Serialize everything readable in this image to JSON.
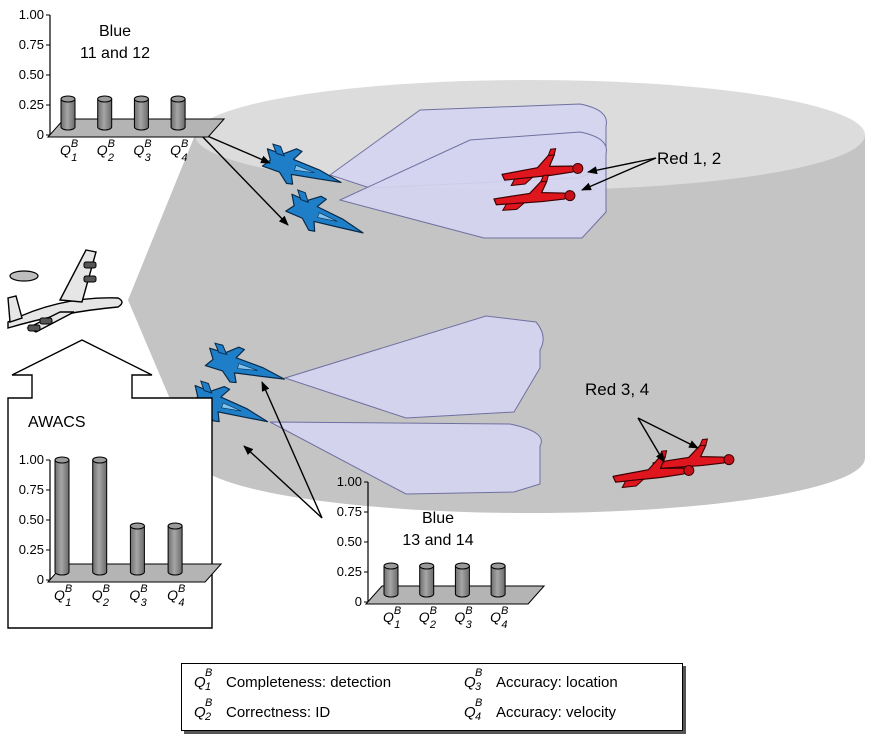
{
  "groups": {
    "blue_11_12": {
      "title_line1": "Blue",
      "title_line2": "11 and 12"
    },
    "blue_13_14": {
      "title_line1": "Blue",
      "title_line2": "13 and 14"
    },
    "awacs": {
      "title": "AWACS"
    }
  },
  "red_labels": {
    "red_1_2": "Red 1, 2",
    "red_3_4": "Red 3, 4"
  },
  "axis_ticks": [
    "0",
    "0.25",
    "0.50",
    "0.75",
    "1.00"
  ],
  "metric_symbol": {
    "letter": "Q",
    "superscript": "B",
    "subscripts": [
      "1",
      "2",
      "3",
      "4"
    ]
  },
  "chart_data": [
    {
      "type": "bar",
      "name": "Blue 11 and 12",
      "categories": [
        "Q1B",
        "Q2B",
        "Q3B",
        "Q4B"
      ],
      "values": [
        0.3,
        0.3,
        0.3,
        0.3
      ],
      "ylim": [
        0,
        1.0
      ]
    },
    {
      "type": "bar",
      "name": "AWACS",
      "categories": [
        "Q1B",
        "Q2B",
        "Q3B",
        "Q4B"
      ],
      "values": [
        1.0,
        1.0,
        0.45,
        0.45
      ],
      "ylim": [
        0,
        1.0
      ]
    },
    {
      "type": "bar",
      "name": "Blue 13 and 14",
      "categories": [
        "Q1B",
        "Q2B",
        "Q3B",
        "Q4B"
      ],
      "values": [
        0.3,
        0.3,
        0.3,
        0.3
      ],
      "ylim": [
        0,
        1.0
      ]
    }
  ],
  "legend": {
    "items": [
      {
        "sub": "1",
        "text": "Completeness: detection"
      },
      {
        "sub": "3",
        "text": "Accuracy: location"
      },
      {
        "sub": "2",
        "text": "Correctness: ID"
      },
      {
        "sub": "4",
        "text": "Accuracy: velocity"
      }
    ]
  },
  "colors": {
    "cylinder_top": "#dcdcdc",
    "cylinder_side": "#c4c4c4",
    "sensor_cone": "#d4d4f0",
    "blue_jet": "#1e7fc8",
    "red_jet": "#e0161e",
    "bar": "#8a8a8a",
    "platform": "#b4b4b4"
  },
  "icons": {
    "awacs": "awacs-plane-icon",
    "blue": "blue-fighter-jet-icon",
    "red": "red-fighter-jet-icon"
  }
}
